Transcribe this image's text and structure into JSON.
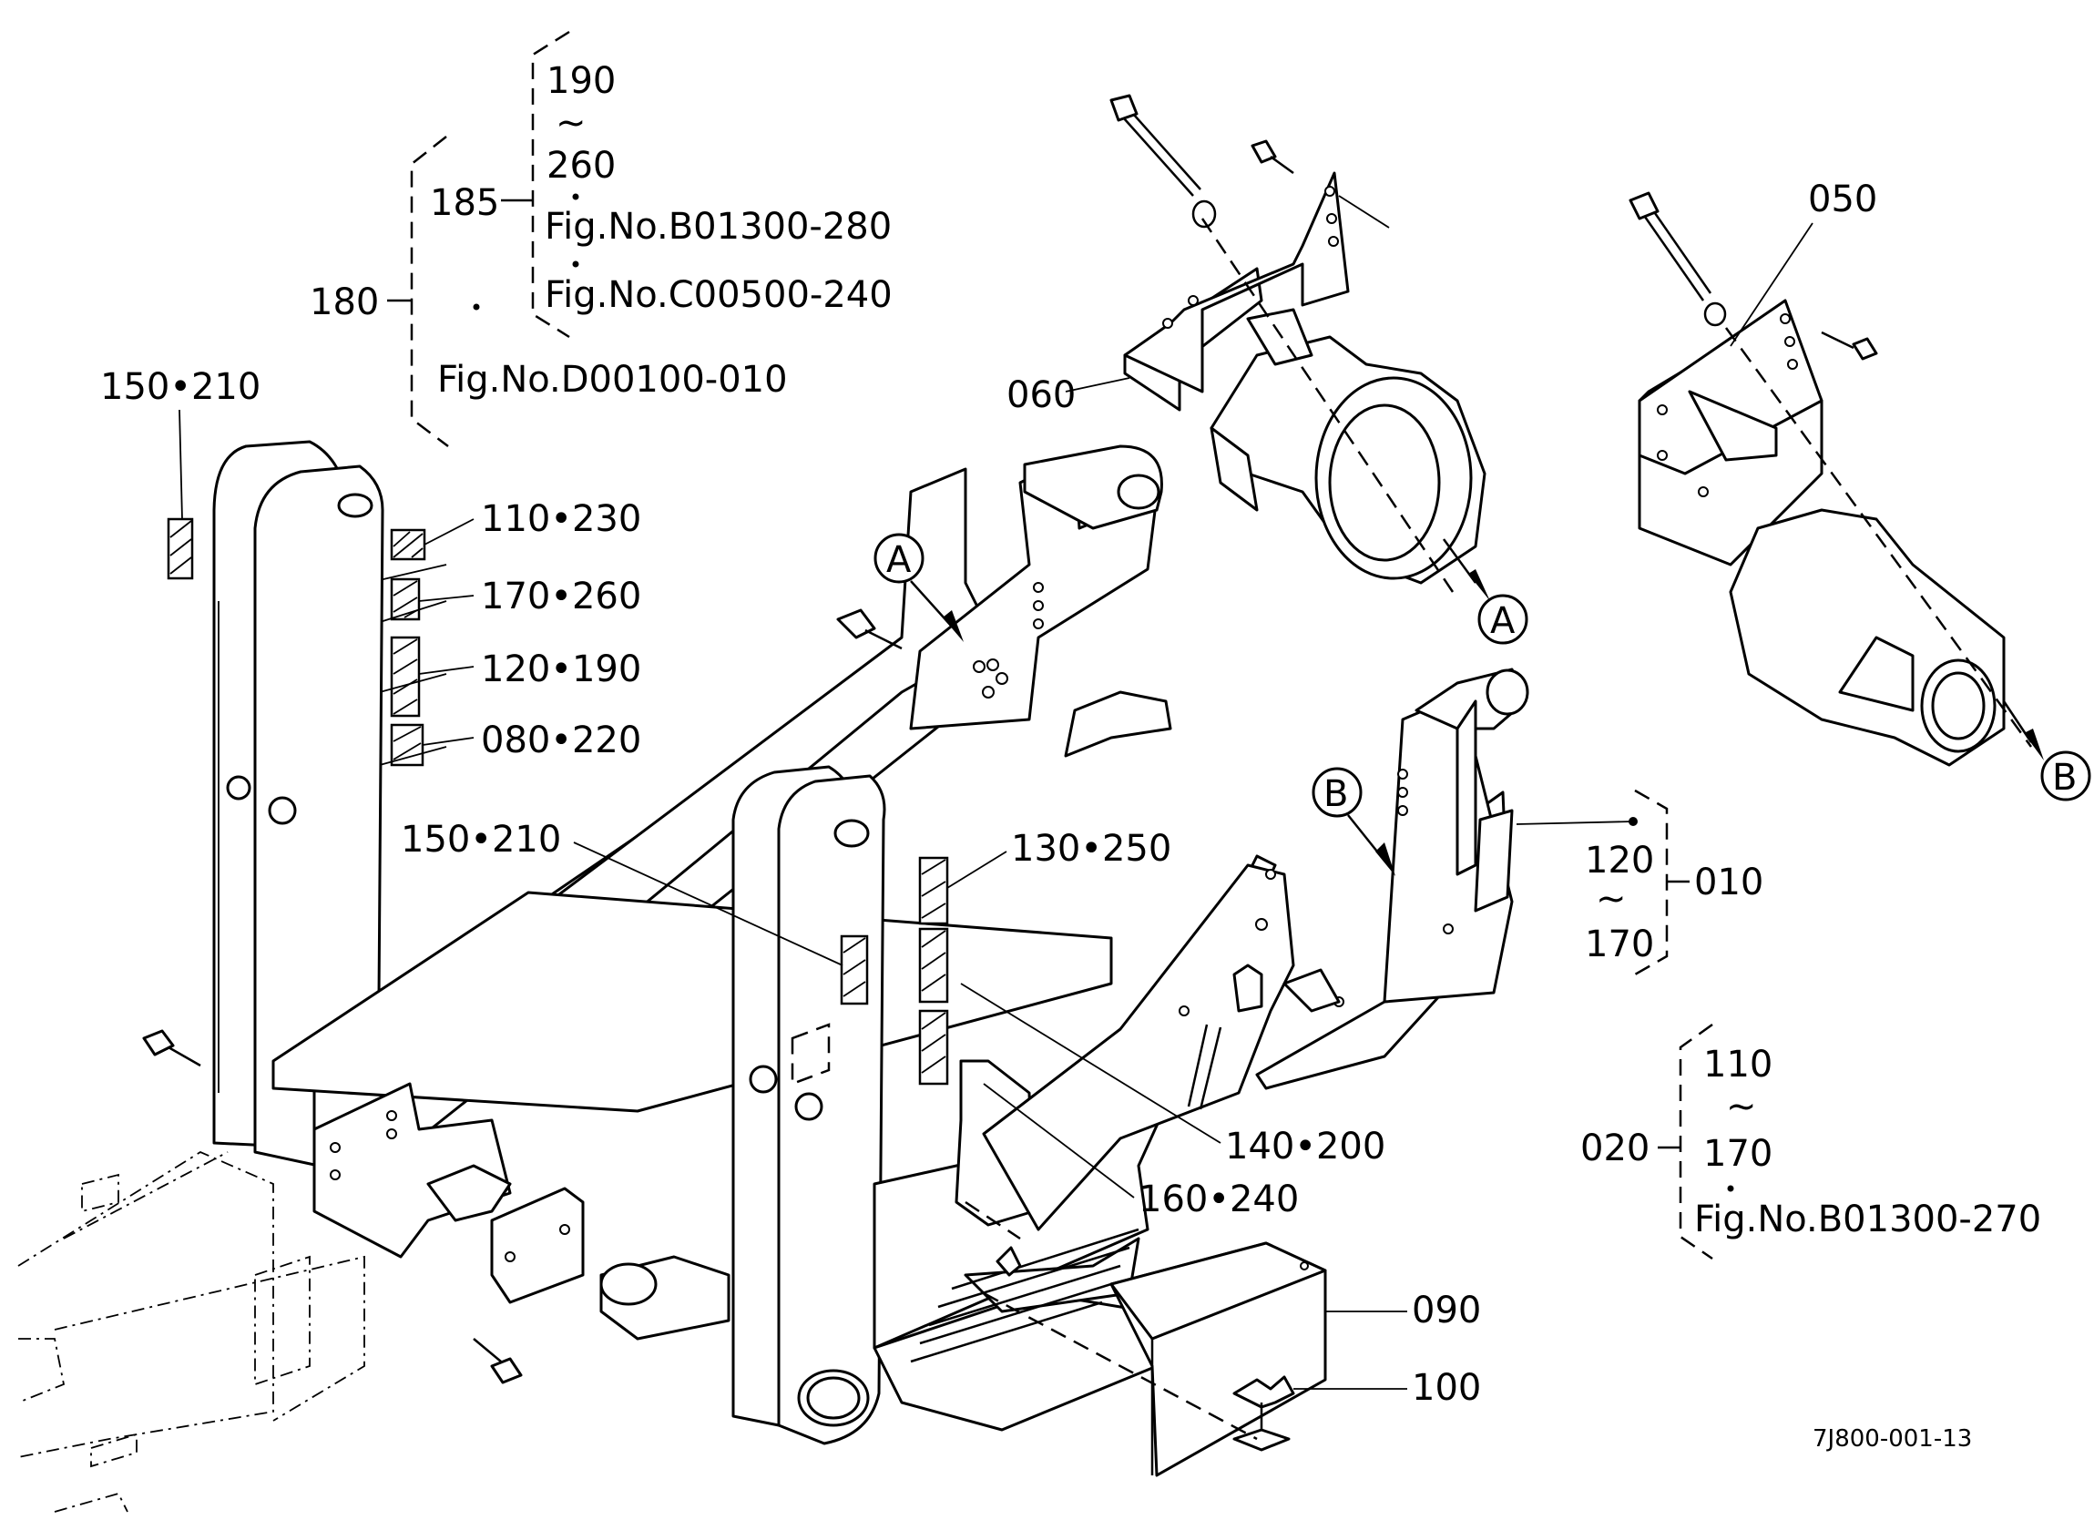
{
  "labels": {
    "l190": "190",
    "l260a": "260",
    "l185": "185",
    "ref_b1300_280": "Fig.No.B01300-280",
    "ref_c500_240": "Fig.No.C00500-240",
    "l180": "180",
    "ref_d100_010": "Fig.No.D00100-010",
    "l150_210a": "150•210",
    "l110_230": "110•230",
    "l170_260": "170•260",
    "l120_190": "120•190",
    "l080_220": "080•220",
    "l150_210b": "150•210",
    "l130_250": "130•250",
    "l140_200": "140•200",
    "l160_240": "160•240",
    "l060": "060",
    "l050": "050",
    "A1": "A",
    "A2": "A",
    "B1": "B",
    "B2": "B",
    "l120": "120",
    "l170a": "170",
    "l010": "010",
    "l110": "110",
    "l170b": "170",
    "l020": "020",
    "ref_b1300_270": "Fig.No.B01300-270",
    "l090": "090",
    "l100": "100",
    "tilde": "~",
    "drawing_no": "7J800-001-13"
  }
}
